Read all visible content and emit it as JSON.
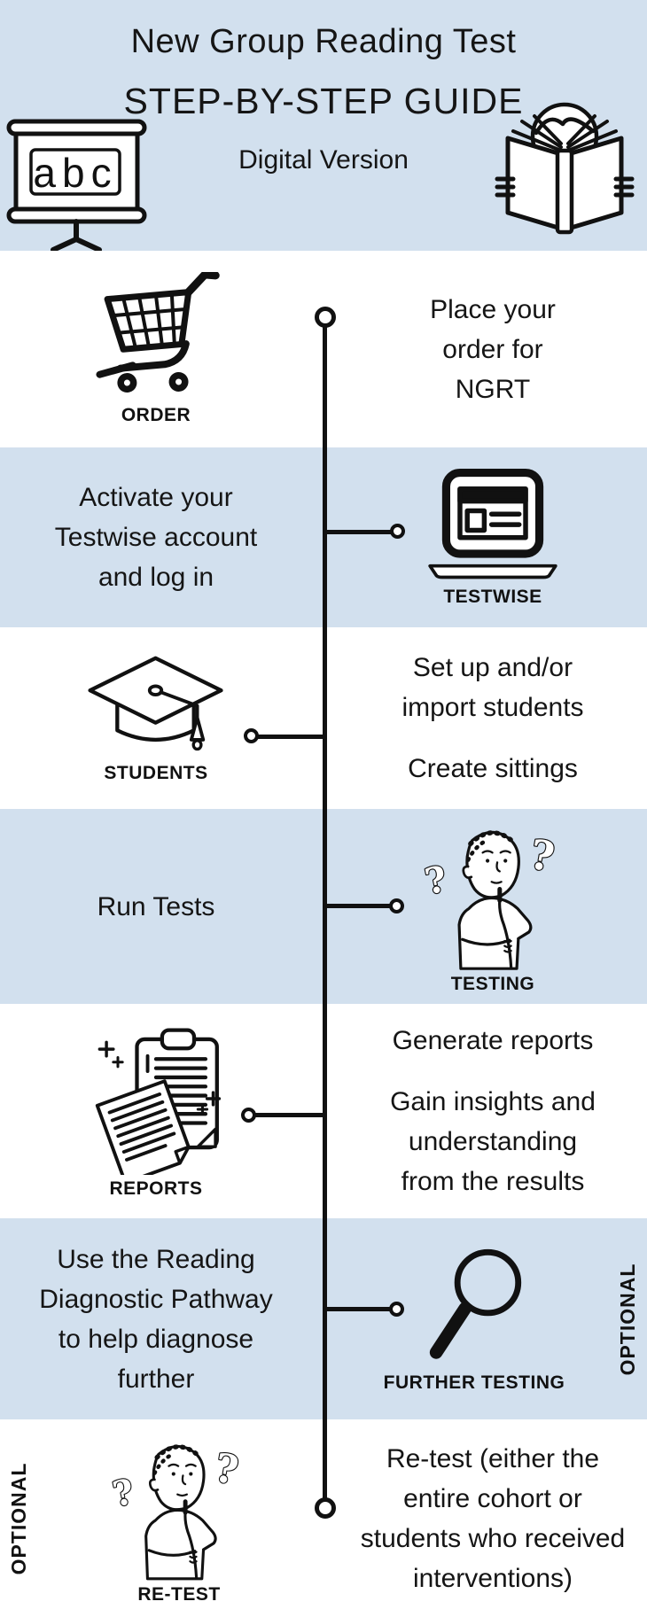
{
  "colors": {
    "band_blue": "#d2e0ee",
    "band_white": "#ffffff",
    "ink": "#111111"
  },
  "header": {
    "title": "New Group Reading Test",
    "subtitle": "STEP-BY-STEP GUIDE",
    "version": "Digital Version",
    "board_text": "abc",
    "left_icon": "abc-presentation-board-icon",
    "right_icon": "person-reading-book-icon"
  },
  "illustration_glyphs": {
    "question_mark": "?"
  },
  "steps": [
    {
      "id": "order",
      "label": "ORDER",
      "icon": "shopping-cart-icon",
      "icon_side": "left",
      "text_lines": [
        "Place your",
        "order for",
        "NGRT"
      ]
    },
    {
      "id": "testwise",
      "label": "TESTWISE",
      "icon": "laptop-icon",
      "icon_side": "right",
      "text_lines": [
        "Activate your",
        "Testwise account",
        "and log in"
      ]
    },
    {
      "id": "students",
      "label": "STUDENTS",
      "icon": "graduation-cap-icon",
      "icon_side": "left",
      "blocks": [
        [
          "Set up and/or",
          "import students"
        ],
        [
          "Create sittings"
        ]
      ]
    },
    {
      "id": "testing",
      "label": "TESTING",
      "icon": "thinking-person-icon",
      "icon_side": "right",
      "text_lines": [
        "Run Tests"
      ]
    },
    {
      "id": "reports",
      "label": "REPORTS",
      "icon": "clipboard-reports-icon",
      "icon_side": "left",
      "blocks": [
        [
          "Generate reports"
        ],
        [
          "Gain insights and",
          "understanding",
          "from the results"
        ]
      ]
    },
    {
      "id": "further_testing",
      "label": "FURTHER TESTING",
      "icon": "magnifying-glass-icon",
      "icon_side": "right",
      "optional_label": "OPTIONAL",
      "text_lines": [
        "Use the Reading",
        "Diagnostic Pathway",
        "to help diagnose",
        "further"
      ]
    },
    {
      "id": "retest",
      "label": "RE-TEST",
      "icon": "thinking-person-icon",
      "icon_side": "left",
      "optional_label": "OPTIONAL",
      "text_lines": [
        "Re-test (either the",
        "entire cohort or",
        "students who received",
        "interventions)"
      ]
    }
  ]
}
